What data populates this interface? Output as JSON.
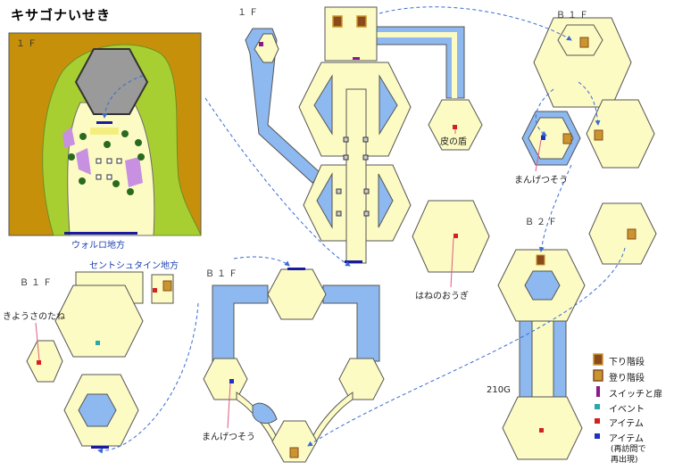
{
  "title": "キサゴナいせき",
  "overview": {
    "floor": "１Ｆ",
    "exit_label": "ウォルロ地方"
  },
  "floors": {
    "f1": "１Ｆ",
    "b1_top": "Ｂ１Ｆ",
    "b1_mid": "Ｂ１Ｆ",
    "b1_left": "Ｂ１Ｆ",
    "b2": "Ｂ２Ｆ"
  },
  "places": {
    "stosheim": "セントシュタイン地方"
  },
  "items": {
    "leather_shield": "皮の盾",
    "mangetsusou_top": "まんげつそう",
    "mangetsusou_mid": "まんげつそう",
    "kiyousa_seed": "きようさのたね",
    "hane_fan": "はねのおうぎ",
    "gold": "210G"
  },
  "legend": [
    {
      "icon": "stairs-down-icon",
      "label": "下り階段",
      "color": "#8b4a1c"
    },
    {
      "icon": "stairs-up-icon",
      "label": "登り階段",
      "color": "#c9952f"
    },
    {
      "icon": "switch-icon",
      "label": "スイッチと扉",
      "color": "#8a1a8a"
    },
    {
      "icon": "event-icon",
      "label": "イベント",
      "color": "#2aa8a8"
    },
    {
      "icon": "item-icon",
      "label": "アイテム",
      "color": "#d42020"
    },
    {
      "icon": "revisit-item-icon",
      "label": "アイテム",
      "color": "#2030c0",
      "sub": [
        "(再訪問で",
        "再出現)"
      ]
    }
  ],
  "colors": {
    "floor": "#fdfbc4",
    "wall": "#6c6c6c",
    "water": "#8db9f0",
    "grass": "#a8cf32",
    "dirt": "#c7900b",
    "link": "#3a6bd0"
  }
}
